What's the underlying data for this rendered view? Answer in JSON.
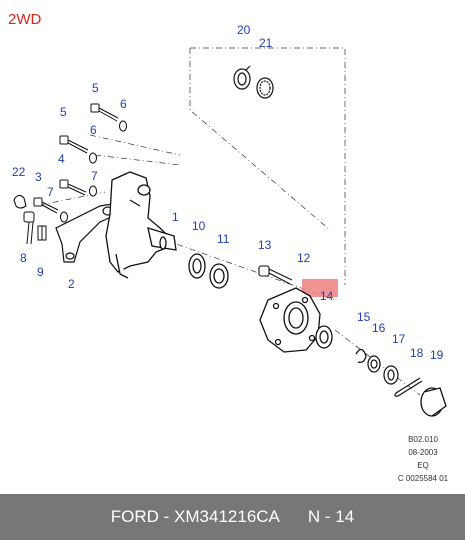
{
  "variant_label": "2WD",
  "callouts": [
    "1",
    "2",
    "3",
    "4",
    "5",
    "6",
    "6",
    "7",
    "7",
    "8",
    "9",
    "10",
    "11",
    "12",
    "13",
    "14",
    "15",
    "16",
    "17",
    "18",
    "19",
    "20",
    "21",
    "22"
  ],
  "reference": [
    "B02.010",
    "08-2003",
    "EQ",
    "C 0025584 01"
  ],
  "footer": {
    "brand_part": "FORD - XM341216CA",
    "page": "N - 14"
  },
  "colors": {
    "callout": "#1f3fb0",
    "variant": "#d9261c",
    "highlight": "#f08080",
    "footer_bg": "#777777"
  }
}
